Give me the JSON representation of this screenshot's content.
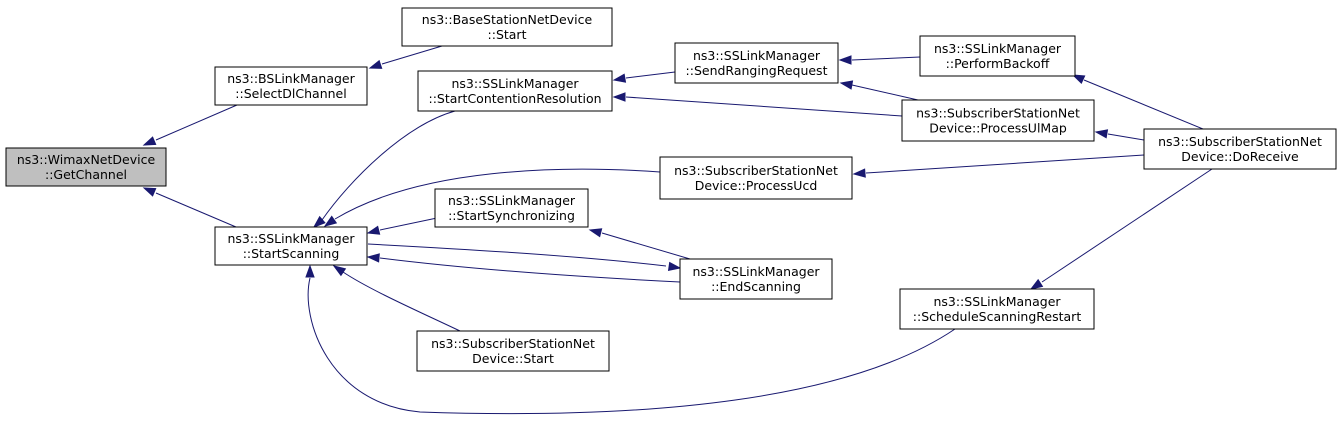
{
  "graph": {
    "nodes": [
      {
        "id": "getchannel",
        "lines": [
          "ns3::WimaxNetDevice",
          "::GetChannel"
        ],
        "highlighted": true
      },
      {
        "id": "selectdl",
        "lines": [
          "ns3::BSLinkManager",
          "::SelectDlChannel"
        ]
      },
      {
        "id": "startscanning",
        "lines": [
          "ns3::SSLinkManager",
          "::StartScanning"
        ]
      },
      {
        "id": "bsstart",
        "lines": [
          "ns3::BaseStationNetDevice",
          "::Start"
        ]
      },
      {
        "id": "startcontention",
        "lines": [
          "ns3::SSLinkManager",
          "::StartContentionResolution"
        ]
      },
      {
        "id": "startsync",
        "lines": [
          "ns3::SSLinkManager",
          "::StartSynchronizing"
        ]
      },
      {
        "id": "ssstart",
        "lines": [
          "ns3::SubscriberStationNet",
          "Device::Start"
        ]
      },
      {
        "id": "sendranging",
        "lines": [
          "ns3::SSLinkManager",
          "::SendRangingRequest"
        ]
      },
      {
        "id": "processucd",
        "lines": [
          "ns3::SubscriberStationNet",
          "Device::ProcessUcd"
        ]
      },
      {
        "id": "endscanning",
        "lines": [
          "ns3::SSLinkManager",
          "::EndScanning"
        ]
      },
      {
        "id": "performbackoff",
        "lines": [
          "ns3::SSLinkManager",
          "::PerformBackoff"
        ]
      },
      {
        "id": "processulmap",
        "lines": [
          "ns3::SubscriberStationNet",
          "Device::ProcessUlMap"
        ]
      },
      {
        "id": "schedulerestart",
        "lines": [
          "ns3::SSLinkManager",
          "::ScheduleScanningRestart"
        ]
      },
      {
        "id": "doreceive",
        "lines": [
          "ns3::SubscriberStationNet",
          "Device::DoReceive"
        ]
      }
    ],
    "edges": [
      {
        "from": "selectdl",
        "to": "getchannel"
      },
      {
        "from": "startscanning",
        "to": "getchannel"
      },
      {
        "from": "bsstart",
        "to": "selectdl"
      },
      {
        "from": "startcontention",
        "to": "startscanning"
      },
      {
        "from": "startsync",
        "to": "startscanning"
      },
      {
        "from": "processucd",
        "to": "startscanning"
      },
      {
        "from": "endscanning",
        "to": "startscanning"
      },
      {
        "from": "ssstart",
        "to": "startscanning"
      },
      {
        "from": "schedulerestart",
        "to": "startscanning"
      },
      {
        "from": "startscanning",
        "to": "endscanning"
      },
      {
        "from": "endscanning",
        "to": "startsync"
      },
      {
        "from": "sendranging",
        "to": "startcontention"
      },
      {
        "from": "processulmap",
        "to": "startcontention"
      },
      {
        "from": "performbackoff",
        "to": "sendranging"
      },
      {
        "from": "processulmap",
        "to": "sendranging"
      },
      {
        "from": "doreceive",
        "to": "performbackoff"
      },
      {
        "from": "doreceive",
        "to": "processulmap"
      },
      {
        "from": "doreceive",
        "to": "processucd"
      },
      {
        "from": "doreceive",
        "to": "schedulerestart"
      }
    ]
  },
  "colors": {
    "edge": "#191970",
    "highlight_fill": "#bfbfbf",
    "node_fill": "#ffffff",
    "node_stroke": "#000000"
  }
}
